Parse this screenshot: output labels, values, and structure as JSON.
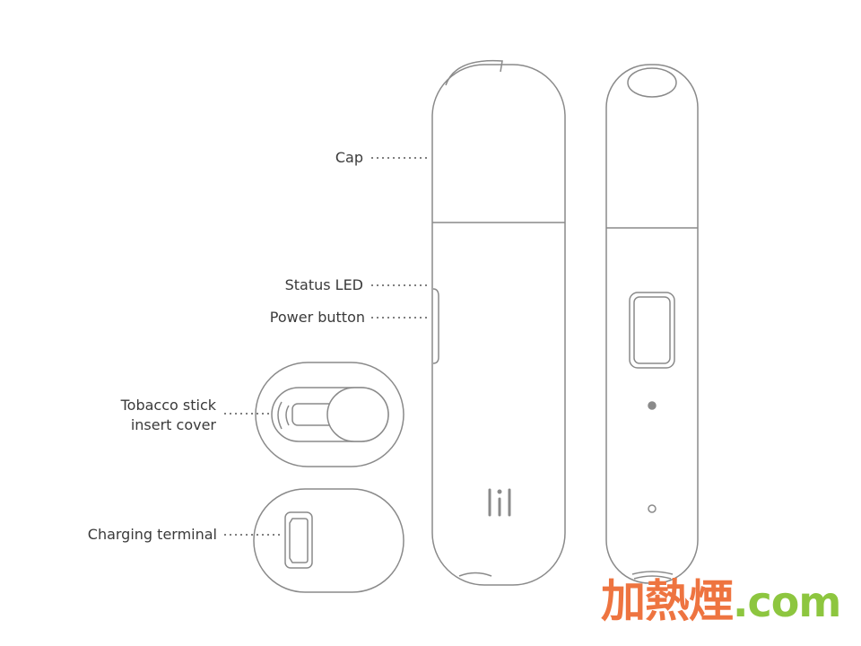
{
  "labels": {
    "cap": "Cap",
    "status_led": "Status LED",
    "power_button": "Power button",
    "insert_cover_line1": "Tobacco stick",
    "insert_cover_line2": "insert cover",
    "charging_terminal": "Charging terminal"
  },
  "device_logo": "lil",
  "watermark": {
    "chinese": "加熱煙",
    "domain": ".com",
    "colors": {
      "chinese": "#ee7440",
      "domain": "#8dc63f"
    }
  },
  "line_color": "#8a8a8a"
}
